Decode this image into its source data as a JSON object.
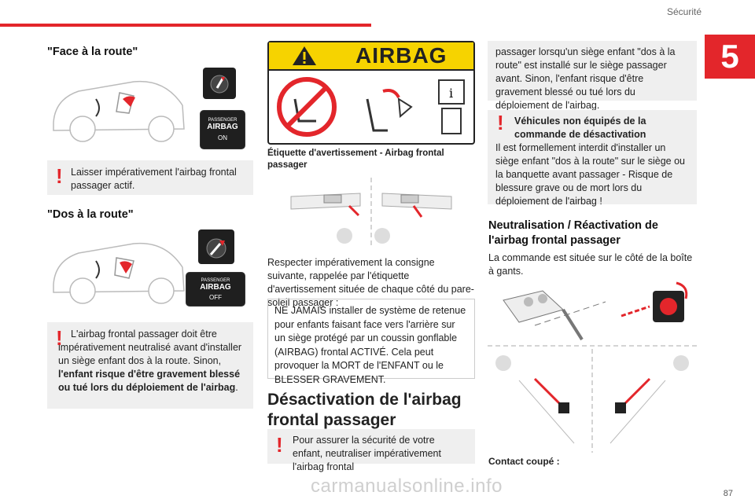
{
  "header": {
    "section": "Sécurité",
    "chapter": "5",
    "page_number": "87"
  },
  "col1": {
    "face_title": "\"Face à la route\"",
    "face_panel": {
      "top": "PASSENGER",
      "mid": "AIRBAG",
      "state": "ON"
    },
    "warn1": "Laisser impérativement l'airbag frontal passager actif.",
    "dos_title": "\"Dos à la route\"",
    "dos_panel": {
      "top": "PASSENGER",
      "mid": "AIRBAG",
      "state": "OFF"
    },
    "warn2_a": "L'airbag frontal passager doit être impérativement neutralisé avant d'installer un siège enfant dos à la route. Sinon, ",
    "warn2_b": "l'enfant risque d'être gravement blessé ou tué lors du déploiement de l'airbag",
    "warn2_c": "."
  },
  "col2": {
    "label_title": "AIRBAG",
    "caption": "Étiquette d'avertissement - Airbag frontal passager",
    "para": "Respecter impérativement la consigne suivante, rappelée par l'étiquette d'avertissement située de chaque côté du pare-soleil passager :",
    "boxed": "NE JAMAIS installer de système de retenue pour enfants faisant face vers l'arrière sur un siège protégé par un coussin gonflable (AIRBAG) frontal ACTIVÉ. Cela peut provoquer la MORT de l'ENFANT ou le BLESSER GRAVEMENT.",
    "heading": "Désactivation de l'airbag frontal passager",
    "warn": "Pour assurer la sécurité de votre enfant, neutraliser impérativement l'airbag frontal"
  },
  "col3": {
    "cont": "passager lorsqu'un siège enfant \"dos à la route\" est installé sur le siège passager avant. Sinon, l'enfant risque d'être gravement blessé ou tué lors du déploiement de l'airbag.",
    "warn_title": "Véhicules non équipés de la commande de désactivation",
    "warn_body": "Il est formellement interdit d'installer un siège enfant \"dos à la route\" sur le siège ou la banquette avant passager - Risque de blessure grave ou de mort lors du déploiement de l'airbag !",
    "heading": "Neutralisation / Réactivation de l'airbag frontal passager",
    "para": "La commande est située sur le côté de la boîte à gants.",
    "contact": "Contact coupé :"
  },
  "footer": {
    "watermark": "carmanualsonline.info"
  },
  "colors": {
    "accent": "#e3262b",
    "warn_bg": "#efefef",
    "label_yellow": "#f6d300"
  }
}
